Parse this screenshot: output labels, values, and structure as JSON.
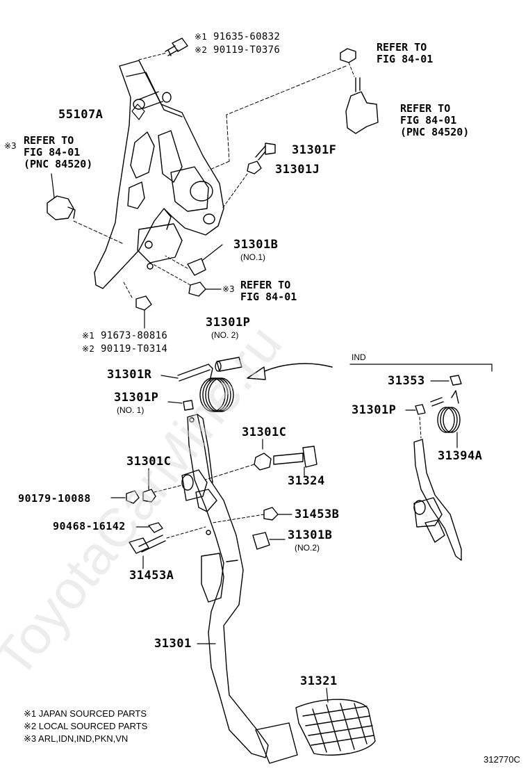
{
  "parts": {
    "p55107A": "55107A",
    "p31301F": "31301F",
    "p31301J": "31301J",
    "p31301B": "31301B",
    "p31301B_sub": "(NO.1)",
    "p31301P_top": "31301P",
    "p31301P_top_sub": "(NO. 2)",
    "p31301R": "31301R",
    "p31301P_left": "31301P",
    "p31301P_left_sub": "(NO. 1)",
    "p31301C_right": "31301C",
    "p31301C_left": "31301C",
    "p31324": "31324",
    "p90179": "90179-10088",
    "p90468": "90468-16142",
    "p31453B": "31453B",
    "p31301B2": "31301B",
    "p31301B2_sub": "(NO.2)",
    "p31453A": "31453A",
    "p31301": "31301",
    "p31321": "31321",
    "p31353": "31353",
    "p31301P_ind": "31301P",
    "p31394A": "31394A"
  },
  "bolt_top": {
    "mark1": "※1",
    "num1": "91635-60832",
    "mark2": "※2",
    "num2": "90119-T0376"
  },
  "bolt_bottom": {
    "mark1": "※1",
    "num1": "91673-80816",
    "mark2": "※2",
    "num2": "90119-T0314"
  },
  "refs": {
    "ref_top_right_1": "REFER TO\nFIG 84-01",
    "ref_top_right_2": "REFER TO\nFIG 84-01\n(PNC 84520)",
    "ref_left_mark": "※3",
    "ref_left": "REFER TO\nFIG 84-01\n(PNC 84520)",
    "ref_mid_mark": "※3",
    "ref_mid": "REFER TO\nFIG 84-01"
  },
  "ind_box_label": "IND",
  "legend": [
    "※1 JAPAN SOURCED PARTS",
    "※2 LOCAL SOURCED PARTS",
    "※3 ARL,IDN,IND,PKN,VN"
  ],
  "figure_code": "312770C",
  "watermark": "ToyotaCarMine.ru"
}
